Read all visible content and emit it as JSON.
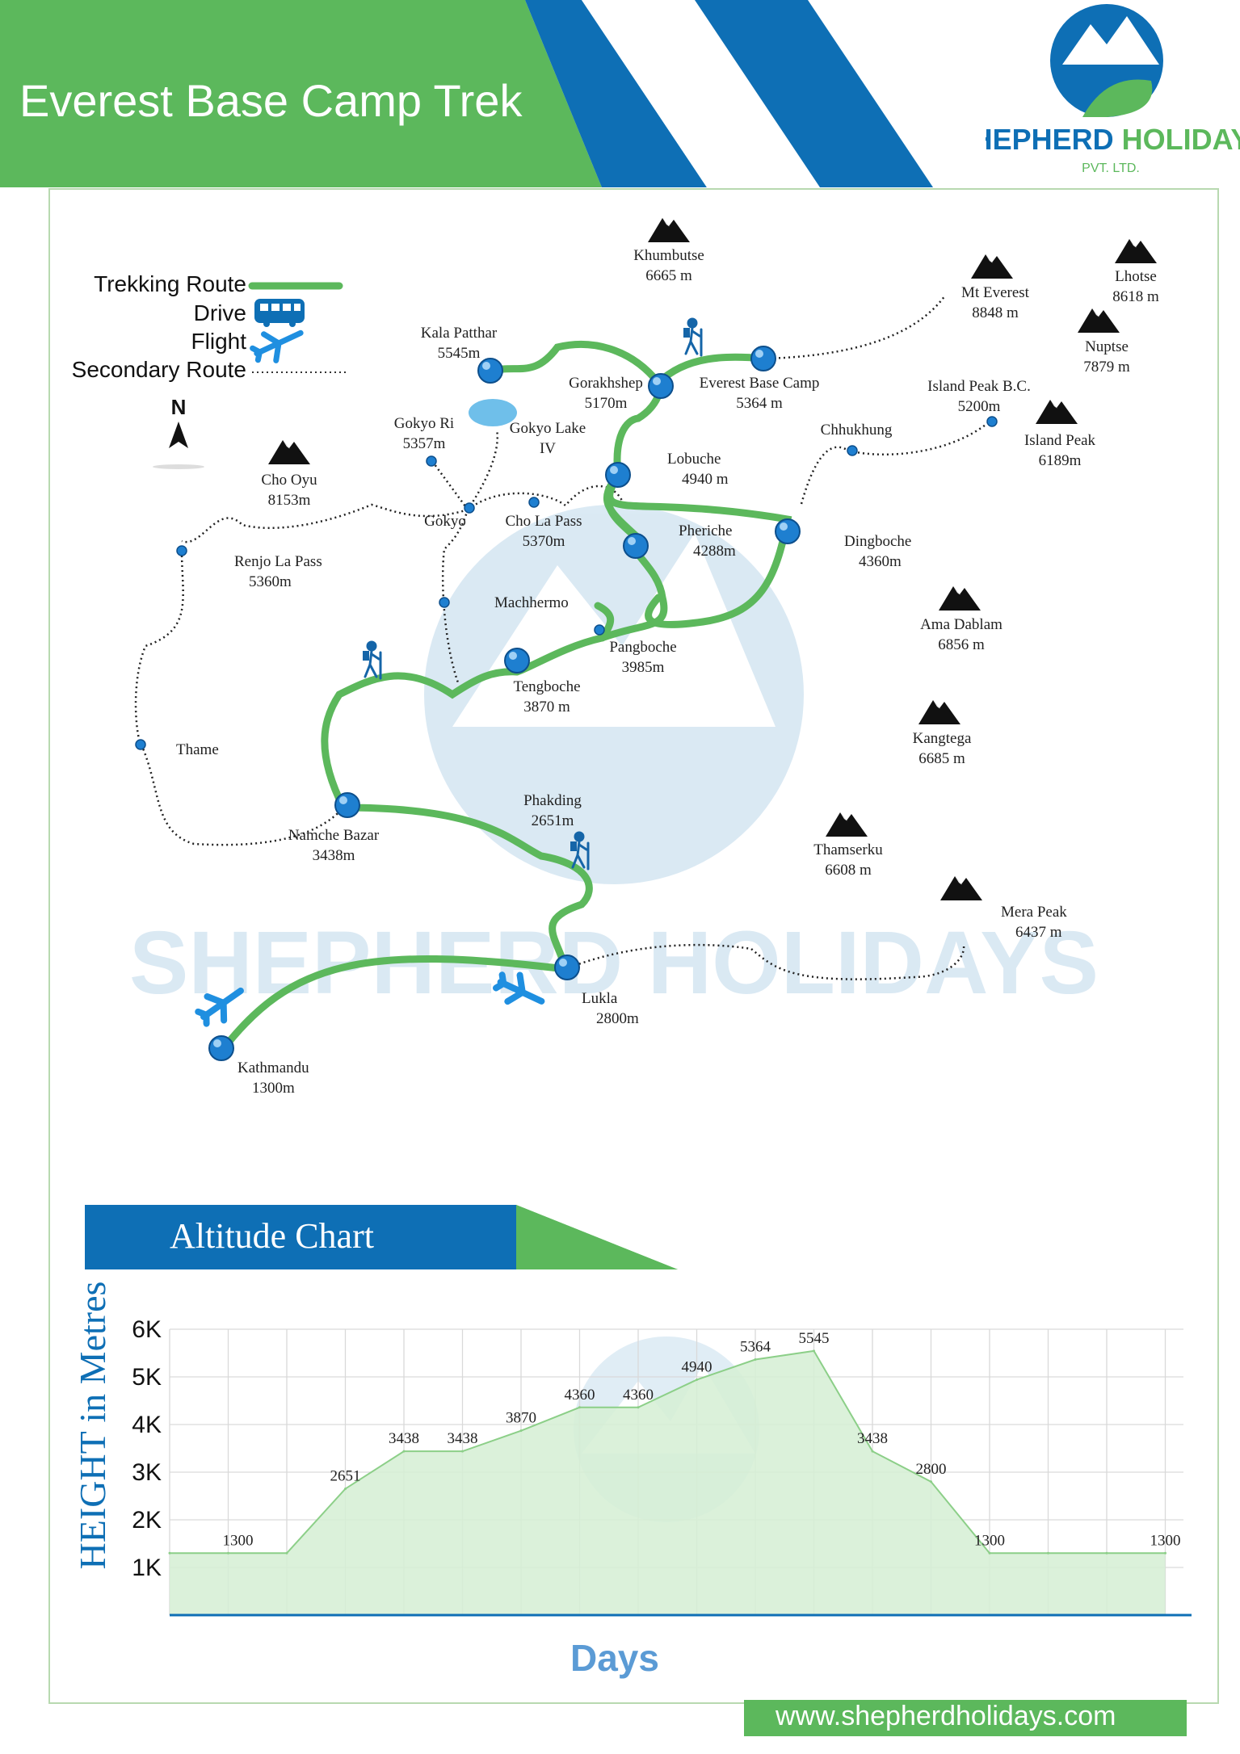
{
  "header": {
    "title": "Everest Base Camp Trek",
    "brand_name": "SHEPHERD HOLIDAYS",
    "brand_sub": "PVT. LTD.",
    "colors": {
      "green": "#5cb85c",
      "blue": "#0e6fb5"
    }
  },
  "legend": {
    "trekking_route": "Trekking Route",
    "drive": "Drive",
    "flight": "Flight",
    "secondary_route": "Secondary Route",
    "north": "N"
  },
  "map": {
    "places": [
      {
        "name": "Khumbutse",
        "elev": "6665 m"
      },
      {
        "name": "Lhotse",
        "elev": "8618 m"
      },
      {
        "name": "Mt Everest",
        "elev": "8848 m"
      },
      {
        "name": "Nuptse",
        "elev": "7879 m"
      },
      {
        "name": "Kala Patthar",
        "elev": "5545m"
      },
      {
        "name": "Gorakhshep",
        "elev": "5170m"
      },
      {
        "name": "Everest Base Camp",
        "elev": "5364 m"
      },
      {
        "name": "Island Peak B.C.",
        "elev": "5200m"
      },
      {
        "name": "Island Peak",
        "elev": "6189m"
      },
      {
        "name": "Chhukhung",
        "elev": ""
      },
      {
        "name": "Gokyo Ri",
        "elev": "5357m"
      },
      {
        "name": "Gokyo Lake",
        "elev": "IV"
      },
      {
        "name": "Lobuche",
        "elev": "4940 m"
      },
      {
        "name": "Cho Oyu",
        "elev": "8153m"
      },
      {
        "name": "Gokyo",
        "elev": ""
      },
      {
        "name": "Cho La Pass",
        "elev": "5370m"
      },
      {
        "name": "Pheriche",
        "elev": "4288m"
      },
      {
        "name": "Dingboche",
        "elev": "4360m"
      },
      {
        "name": "Renjo La Pass",
        "elev": "5360m"
      },
      {
        "name": "Machhermo",
        "elev": ""
      },
      {
        "name": "Ama Dablam",
        "elev": "6856 m"
      },
      {
        "name": "Pangboche",
        "elev": "3985m"
      },
      {
        "name": "Tengboche",
        "elev": "3870 m"
      },
      {
        "name": "Kangtega",
        "elev": "6685 m"
      },
      {
        "name": "Thame",
        "elev": ""
      },
      {
        "name": "Phakding",
        "elev": "2651m"
      },
      {
        "name": "Namche Bazar",
        "elev": "3438m"
      },
      {
        "name": "Thamserku",
        "elev": "6608 m"
      },
      {
        "name": "Mera Peak",
        "elev": "6437 m"
      },
      {
        "name": "Lukla",
        "elev": "2800m"
      },
      {
        "name": "Kathmandu",
        "elev": "1300m"
      }
    ],
    "watermark": "SHEPHERD HOLIDAYS"
  },
  "altitude_chart": {
    "banner_title": "Altitude Chart",
    "ylabel": "HEIGHT in Metres",
    "xlabel": "Days"
  },
  "chart_data": {
    "type": "area",
    "title": "Altitude Chart",
    "xlabel": "Days",
    "ylabel": "HEIGHT in Metres",
    "y_tick_labels": [
      "1K",
      "2K",
      "3K",
      "4K",
      "5K",
      "6K"
    ],
    "ylim": [
      0,
      6000
    ],
    "grid": true,
    "x": [
      0,
      1,
      2,
      3,
      4,
      5,
      6,
      7,
      8,
      9,
      10,
      11,
      12,
      13,
      14,
      15,
      16,
      17
    ],
    "values": [
      1300,
      1300,
      1300,
      2651,
      3438,
      3438,
      3870,
      4360,
      4360,
      4940,
      5364,
      5545,
      3438,
      2800,
      1300,
      1300,
      1300,
      1300
    ],
    "labels": [
      "",
      "1300",
      "",
      "2651",
      "3438",
      "3438",
      "3870",
      "4360",
      "4360",
      "4940",
      "5364",
      "5545",
      "3438",
      "2800",
      "1300",
      "",
      "",
      "1300"
    ],
    "colors": {
      "fill": "#d5efd3",
      "line": "#8ccf88",
      "axis": "#0e6fb5"
    }
  },
  "footer": {
    "url": "www.shepherdholidays.com"
  }
}
